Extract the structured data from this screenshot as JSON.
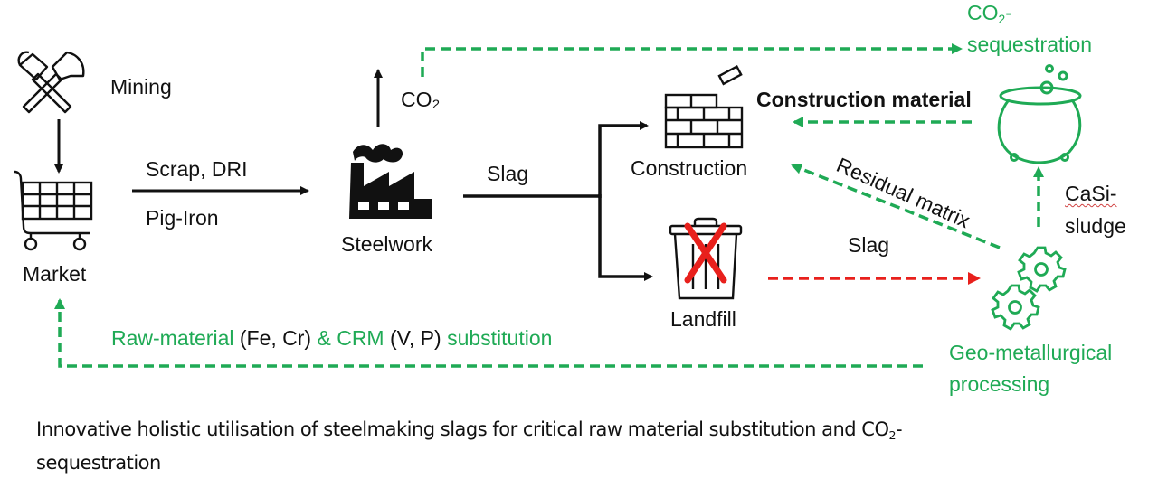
{
  "colors": {
    "green": "#1faa55",
    "red": "#e8201c",
    "black": "#111111"
  },
  "nodes": {
    "mining": {
      "label": "Mining",
      "icon": "crossed-hammers-icon"
    },
    "market": {
      "label": "Market",
      "icon": "shopping-cart-icon"
    },
    "steelwork": {
      "label": "Steelwork",
      "icon": "factory-icon"
    },
    "construction": {
      "label": "Construction",
      "icon": "brick-wall-icon"
    },
    "landfill": {
      "label": "Landfill",
      "icon": "trash-bin-crossed-icon"
    },
    "geo_processing": {
      "label_line1": "Geo-metallurgical",
      "label_line2": "processing",
      "icon": "gears-icon"
    },
    "co2_sequestration": {
      "label_line1_prefix": "CO",
      "label_line1_sub": "2",
      "label_line1_suffix": "-",
      "label_line2": "sequestration"
    },
    "cauldron": {
      "icon": "cauldron-icon"
    }
  },
  "edges": {
    "scrap_dri": "Scrap, DRI",
    "pig_iron": "Pig-Iron",
    "co2": "CO₂",
    "slag_main": "Slag",
    "slag_red": "Slag",
    "construction_material": "Construction material",
    "residual_matrix": "Residual matrix",
    "casi_line1": "CaSi-",
    "casi_line2": "sludge"
  },
  "substitution": {
    "part1": "Raw-material",
    "part2": " (Fe, Cr) ",
    "part3": "& CRM",
    "part4": " (V, P) ",
    "part5": "substitution"
  },
  "caption": {
    "text_before": "Innovative holistic utilisation of steelmaking slags for critical raw material substitution and CO",
    "sub": "2",
    "text_after": "-",
    "line2": "sequestration"
  }
}
